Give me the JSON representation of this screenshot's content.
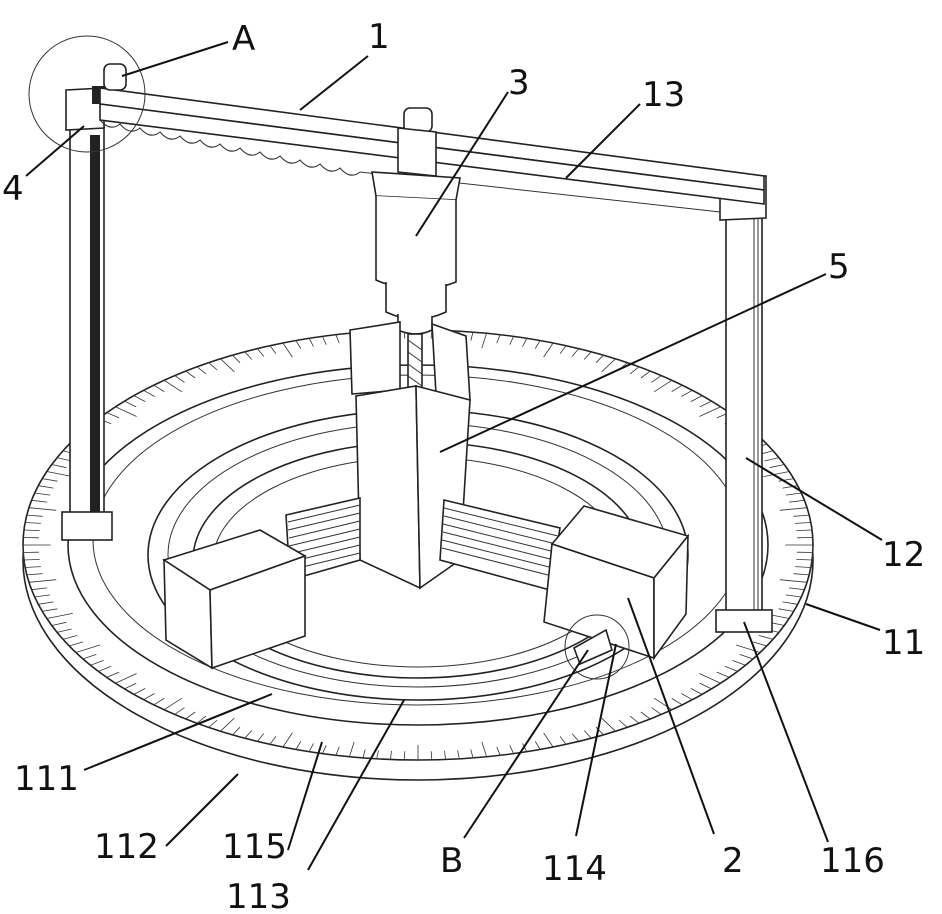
{
  "labels": {
    "A": "A",
    "l1": "1",
    "l3": "3",
    "l13": "13",
    "l4": "4",
    "l5": "5",
    "l12": "12",
    "l11": "11",
    "l111": "111",
    "l112": "112",
    "l115": "115",
    "l113": "113",
    "B": "B",
    "l114": "114",
    "l2": "2",
    "l116": "116"
  },
  "colors": {
    "line": "#111111",
    "fill": "#ffffff"
  }
}
